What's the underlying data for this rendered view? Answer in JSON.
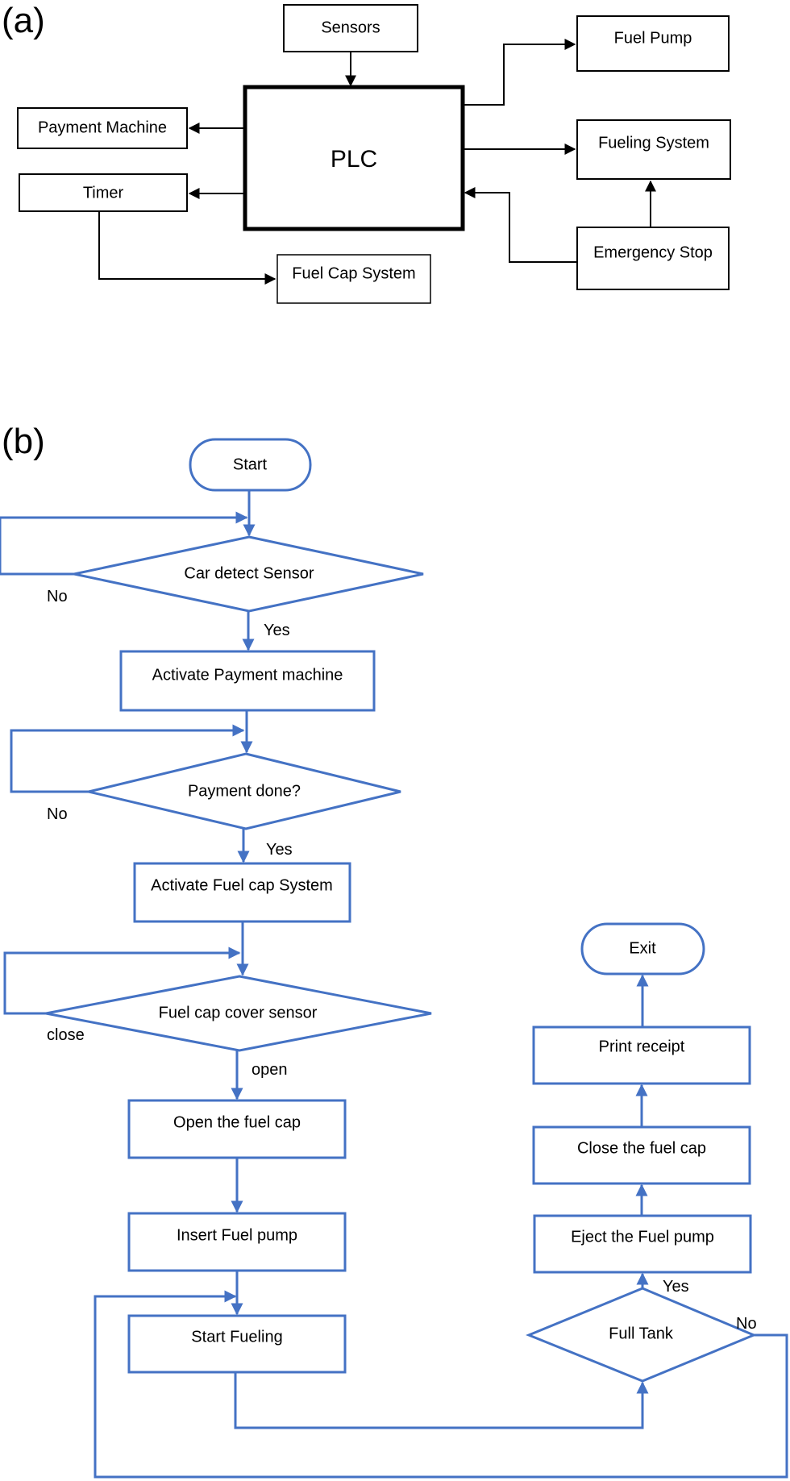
{
  "panel_a": {
    "label": "(a)",
    "plc": "PLC",
    "sensors": "Sensors",
    "payment_machine": "Payment Machine",
    "timer": "Timer",
    "fuel_cap_system": "Fuel Cap System",
    "fuel_pump": "Fuel Pump",
    "fueling_system": "Fueling System",
    "emergency_stop": "Emergency Stop"
  },
  "panel_b": {
    "label": "(b)",
    "start": "Start",
    "car_detect": "Car detect Sensor",
    "activate_payment": "Activate Payment machine",
    "payment_done": "Payment done?",
    "activate_fuel_cap": "Activate Fuel cap System",
    "fuel_cap_cover": "Fuel cap cover sensor",
    "open_fuel_cap": "Open the fuel cap",
    "insert_pump": "Insert Fuel pump",
    "start_fueling": "Start Fueling",
    "full_tank": "Full Tank",
    "eject_pump": "Eject the Fuel pump",
    "close_fuel_cap": "Close the fuel cap",
    "print_receipt": "Print receipt",
    "exit": "Exit",
    "no": "No",
    "yes": "Yes",
    "close": "close",
    "open": "open"
  },
  "colors": {
    "flow": "#4472c4",
    "block": "#000000"
  }
}
